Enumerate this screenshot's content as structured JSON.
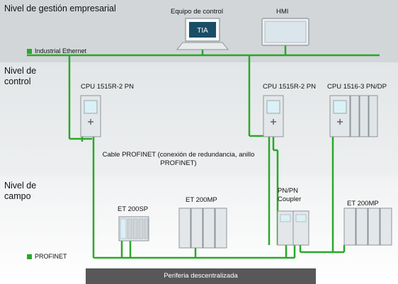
{
  "levels": {
    "management": "Nivel de gestión empresarial",
    "control": "Nivel de control",
    "field": "Nivel de campo"
  },
  "networks": {
    "industrial_ethernet": "Industrial Ethernet",
    "profinet": "PROFINET",
    "cable_label": "Cable PROFINET (conexión de redundancia, anillo PROFINET)"
  },
  "devices": {
    "control_station": {
      "label": "Equipo de control",
      "screen_text": "TIA"
    },
    "hmi": {
      "label": "HMI"
    },
    "cpu_left": {
      "label": "CPU 1515R-2 PN"
    },
    "cpu_mid": {
      "label": "CPU 1515R-2 PN"
    },
    "cpu_right": {
      "label": "CPU 1516-3 PN/DP"
    },
    "et200sp": {
      "label": "ET 200SP"
    },
    "et200mp_left": {
      "label": "ET 200MP"
    },
    "coupler": {
      "label": "PN/PN Coupler"
    },
    "et200mp_right": {
      "label": "ET 200MP"
    }
  },
  "footer": {
    "label": "Periferia descentralizada"
  },
  "colors": {
    "network_green": "#2aa829",
    "device_body": "#e3e7e9",
    "device_accent": "#d9f1f7",
    "footer_bg": "#58585a"
  }
}
